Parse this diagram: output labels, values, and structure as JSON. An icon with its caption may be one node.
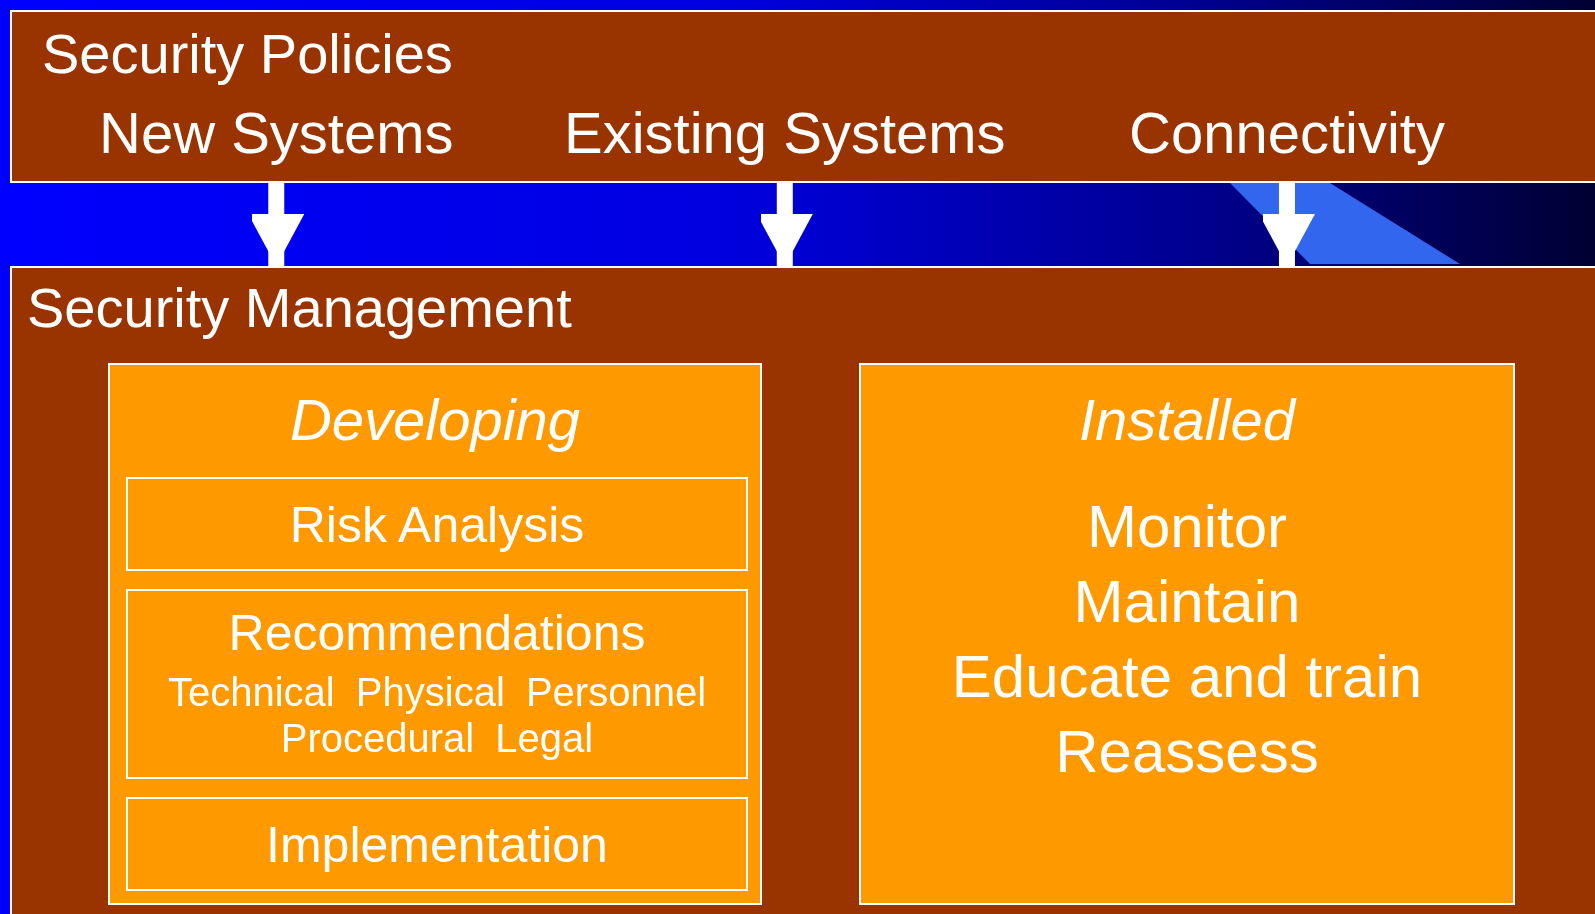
{
  "diagram": {
    "nodes": [
      {
        "text": [
          "Security Policies"
        ]
      },
      {
        "text": [
          "New Systems"
        ],
        "in": 0
      },
      {
        "text": [
          "Existing Systems"
        ],
        "in": 0
      },
      {
        "text": [
          "Connectivity"
        ],
        "in": 0
      },
      {
        "text": [
          "Security Management"
        ]
      },
      {
        "text": [
          "Developing"
        ],
        "in": 4
      },
      {
        "text": [
          "Risk Analysis"
        ],
        "in": 5
      },
      {
        "text": [
          "Recommendations",
          "Technical Physical Personnel Procedural Legal"
        ],
        "in": 5
      },
      {
        "text": [
          "Implementation"
        ],
        "in": 5
      },
      {
        "text": [
          "Installed",
          "Monitor",
          "Maintain",
          "Educate and train",
          "Reassess"
        ],
        "in": 4
      }
    ],
    "edges": [
      {
        "from": 1,
        "to": 4,
        "arrow": "to"
      },
      {
        "from": 2,
        "to": 4,
        "arrow": "to"
      },
      {
        "from": 3,
        "to": 4,
        "arrow": "to"
      }
    ]
  }
}
